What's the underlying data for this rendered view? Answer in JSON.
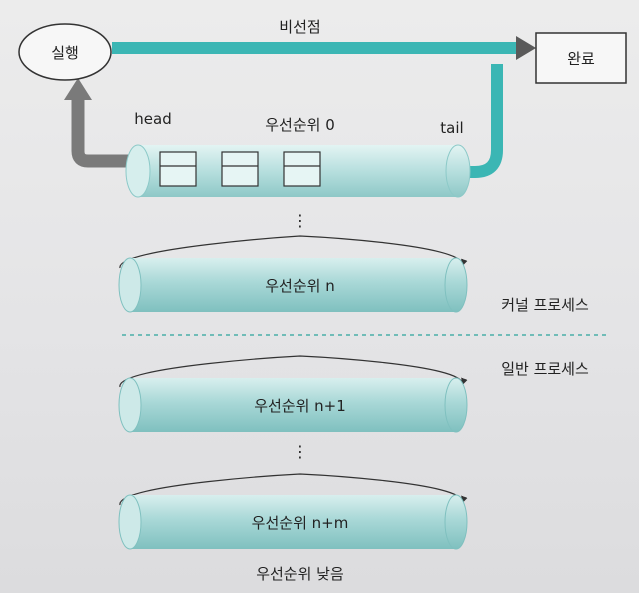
{
  "nodes": {
    "run": "실행",
    "done": "완료"
  },
  "labels": {
    "non_preemptive": "비선점",
    "head": "head",
    "tail": "tail",
    "queue_0": "우선순위 0",
    "queue_n": "우선순위 n",
    "queue_n1": "우선순위 n+1",
    "queue_nm": "우선순위 n+m",
    "kernel_process": "커널 프로세스",
    "user_process": "일반 프로세스",
    "low_priority": "우선순위 낮음",
    "ellipsis": "⋮"
  },
  "colors": {
    "teal_arrow": "#3bb6b4",
    "gray_arrow": "#7a7a7a",
    "cylinder_body": "#bfe3e2",
    "cylinder_dark": "#8cc9c8",
    "divider": "#2aa39b"
  }
}
